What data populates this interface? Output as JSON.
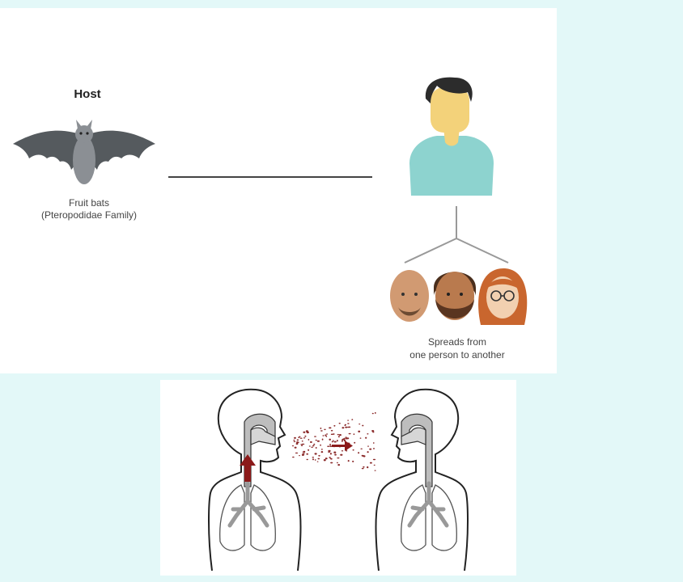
{
  "top_diagram": {
    "host_label": "Host",
    "bat_caption_line1": "Fruit bats",
    "bat_caption_line2": "(Pteropodidae Family)",
    "spread_caption_line1": "Spreads from",
    "spread_caption_line2": "one person to another"
  },
  "icons": {
    "bat": "fruit-bat-icon",
    "person": "person-icon",
    "group": "three-people-icon",
    "transmission": "airborne-droplet-transmission-illustration"
  },
  "colors": {
    "background": "#e3f8f8",
    "panel": "#ffffff",
    "bat_wing": "#555a5e",
    "bat_body": "#8b8f94",
    "shirt": "#8dd3cf",
    "skin": "#f3d27a",
    "hair": "#2c2c2c",
    "droplets": "#8b2b2b",
    "airway": "#bdbdbd"
  }
}
